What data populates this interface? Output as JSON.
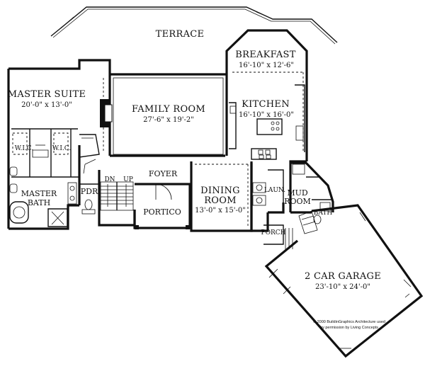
{
  "labels": {
    "terrace": "TERRACE",
    "breakfast": {
      "name": "BREAKFAST",
      "dims": "16'-10\" x 12'-6\""
    },
    "kitchen": {
      "name": "KITCHEN",
      "dims": "16'-10\" x 16'-0\""
    },
    "master_suite": {
      "name": "MASTER SUITE",
      "dims": "20'-0\" x 13'-0\""
    },
    "family_room": {
      "name": "FAMILY ROOM",
      "dims": "27'-6\" x 19'-2\""
    },
    "wic_left": "W.I.C.",
    "wic_right": "W.I.C.",
    "foyer": "FOYER",
    "dn": "DN",
    "up": "UP",
    "master_bath": {
      "line1": "MASTER",
      "line2": "BATH"
    },
    "pdr": "PDR",
    "portico": "PORTICO",
    "dining_room": {
      "line1": "DINING",
      "line2": "ROOM",
      "dims": "13'-0\" x 15'-0\""
    },
    "laun": "LAUN.",
    "mud_room": {
      "line1": "MUD",
      "line2": "ROOM"
    },
    "bath": "BATH",
    "porch": "PORCH",
    "garage": {
      "name": "2 CAR GARAGE",
      "dims": "23'-10\" x 24'-0\""
    }
  },
  "credit": {
    "line1": "© 2000 BuildinGraphics Architecture used",
    "line2": "by permission by Living Concepts"
  }
}
